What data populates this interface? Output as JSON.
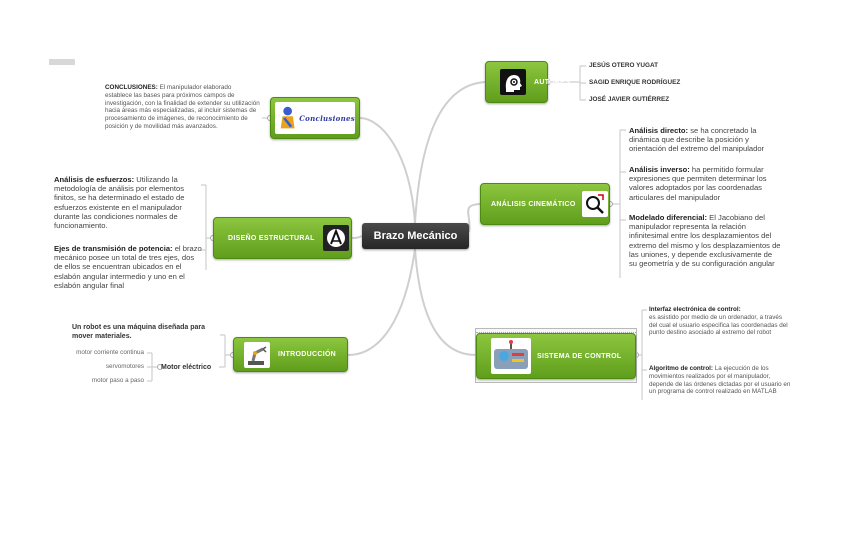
{
  "central": {
    "title": "Brazo Mecánico"
  },
  "nodes": {
    "autores": "AUTORES",
    "conclusiones_logo": "Conclusiones",
    "diseno": "DISEÑO ESTRUCTURAL",
    "cinematico": "ANÁLISIS CINEMÁTICO",
    "sistema": "SISTEMA DE CONTROL",
    "introduccion": "INTRODUCCIÓN"
  },
  "authors": [
    "JESÚS OTERO YUGAT",
    "SAGID ENRIQUE RODRÍGUEZ",
    "JOSÉ JAVIER GUTIÉRREZ"
  ],
  "conclusiones": {
    "label": "CONCLUSIONES:",
    "text": " El manipulador elaborado establece las bases para próximos campos de investigación, con la finalidad de extender su utilización hacia áreas más especializadas, al incluir sistemas de procesamiento de imágenes, de reconocimiento de posición y de movilidad más avanzados."
  },
  "diseno": {
    "esfuerzos_label": "Análisis de esfuerzos:",
    "esfuerzos_text": " Utilizando la metodología de análisis por elementos finitos, se ha determinado el estado de esfuerzos existente en el manipulador durante las condiciones normales de funcionamiento.",
    "transmision_label": "Ejes de transmisión de potencia:",
    "transmision_text": " el brazo mecánico posee un total de tres ejes, dos de ellos se encuentran ubicados en el eslabón angular intermedio y uno en el eslabón angular final"
  },
  "cinematico": {
    "directo_label": "Análisis directo:",
    "directo_text": " se ha concretado la dinámica que describe la posición y orientación del extremo del manipulador",
    "inverso_label": "Análisis inverso:",
    "inverso_text": " ha permitido formular expresiones que permiten determinar los valores adoptados por las coordenadas articulares del manipulador",
    "diferencial_label": "Modelado diferencial:",
    "diferencial_text": " El Jacobiano del manipulador representa la relación infinitesimal entre los desplazamientos del extremo del mismo y los desplazamientos de las uniones, y depende exclusivamente de su geometría y de su configuración angular"
  },
  "sistema": {
    "interfaz_label": "Interfaz electrónica de control:",
    "interfaz_text": "es asistido por medio de un ordenador, a través del cual el usuario especifica las coordenadas del punto destino asociado al extremo del robot",
    "algoritmo_label": "Algoritmo de control:",
    "algoritmo_text": " La ejecución de los movimientos realizados por el manipulador, depende de las órdenes dictadas por el usuario en un programa de control realizado en MATLAB"
  },
  "introduccion": {
    "robot_text": "Un robot es una máquina diseñada para mover materiales.",
    "motor_label": "Motor eléctrico",
    "motors": [
      "motor corriente continua",
      "servomotores",
      "motor paso a paso"
    ]
  },
  "colors": {
    "node_green": "#7ab82e",
    "central": "#333333",
    "connector": "#c8c8c8"
  }
}
